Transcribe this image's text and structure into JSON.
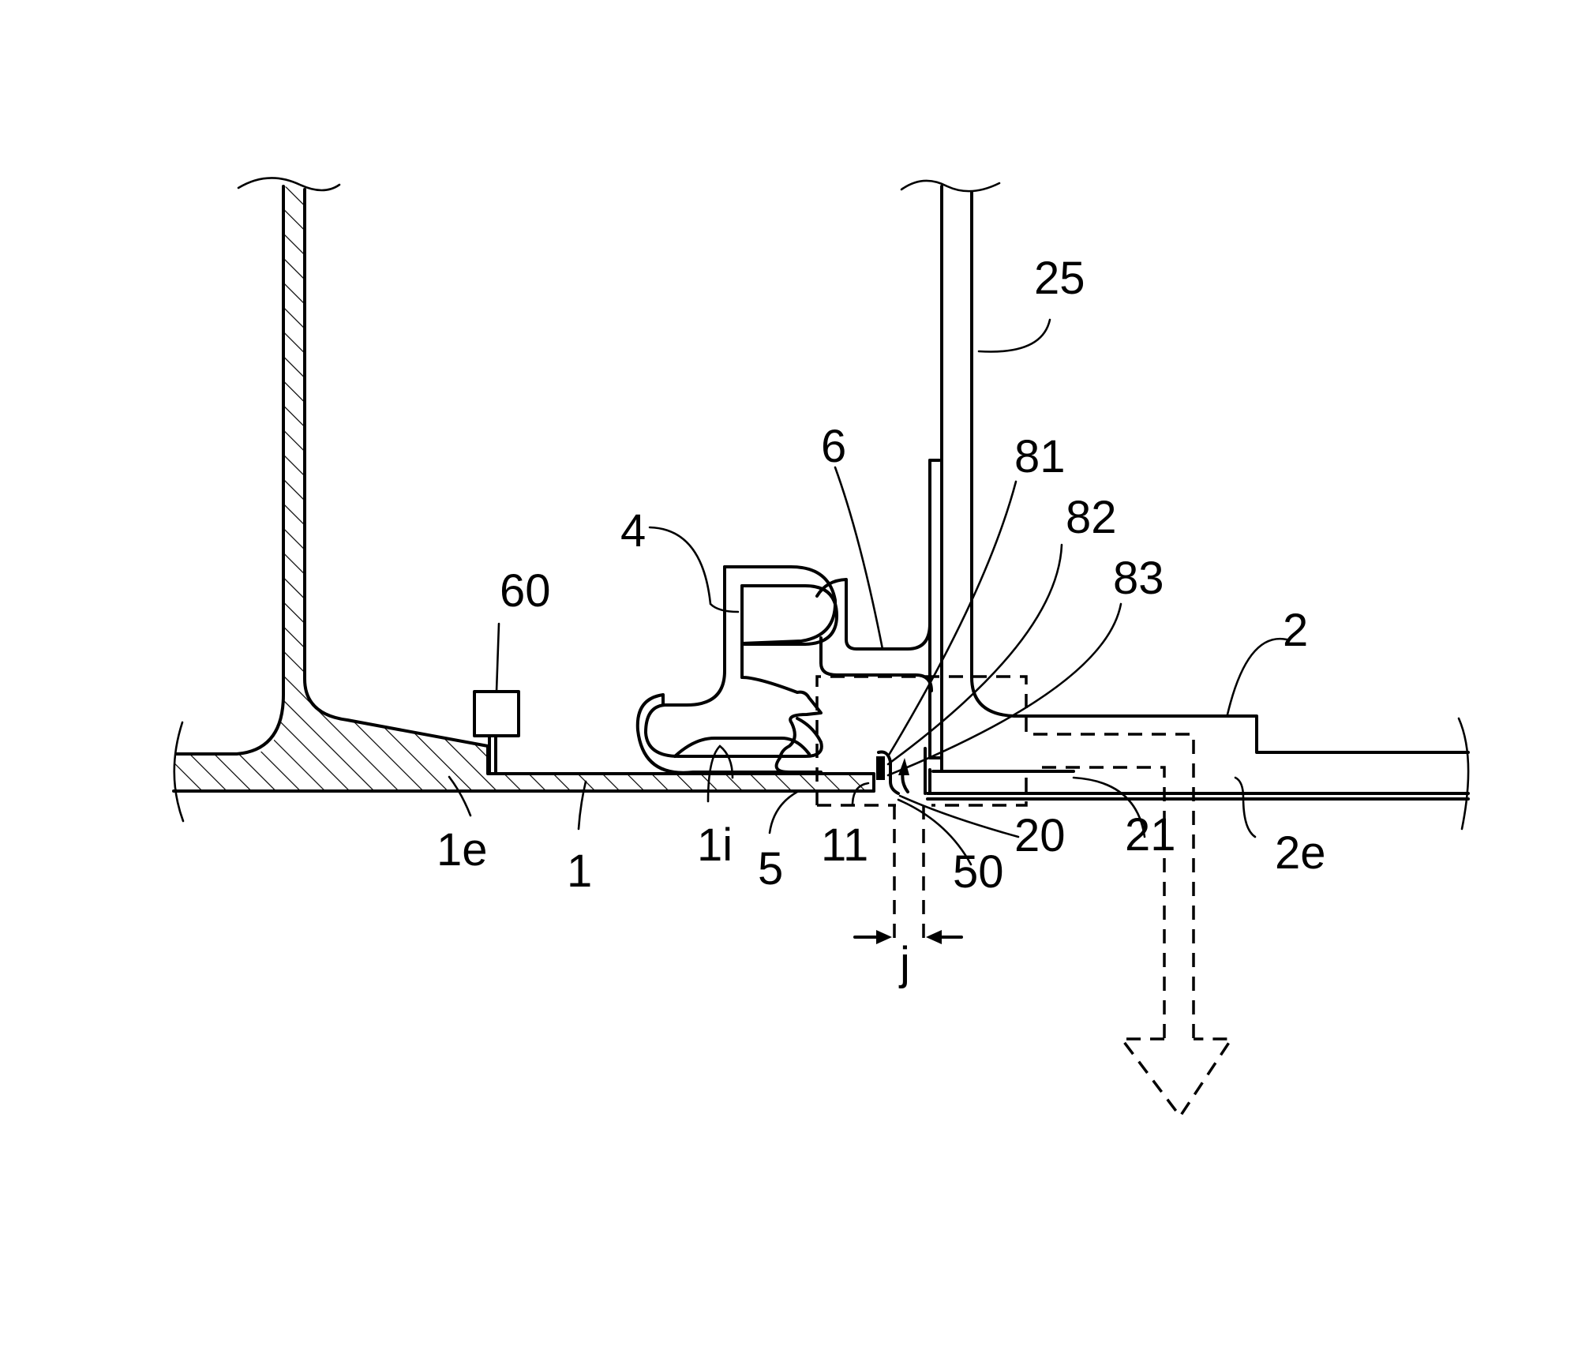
{
  "figure": {
    "labels": {
      "l25": "25",
      "l6": "6",
      "l81": "81",
      "l82": "82",
      "l83": "83",
      "l4": "4",
      "l60": "60",
      "l2": "2",
      "l1e": "1e",
      "l1": "1",
      "l1i": "1i",
      "l5": "5",
      "l11": "11",
      "l20": "20",
      "l21": "21",
      "l50": "50",
      "l2e": "2e",
      "lj": "j"
    },
    "colors": {
      "ink": "#000000",
      "paper": "#ffffff"
    }
  }
}
